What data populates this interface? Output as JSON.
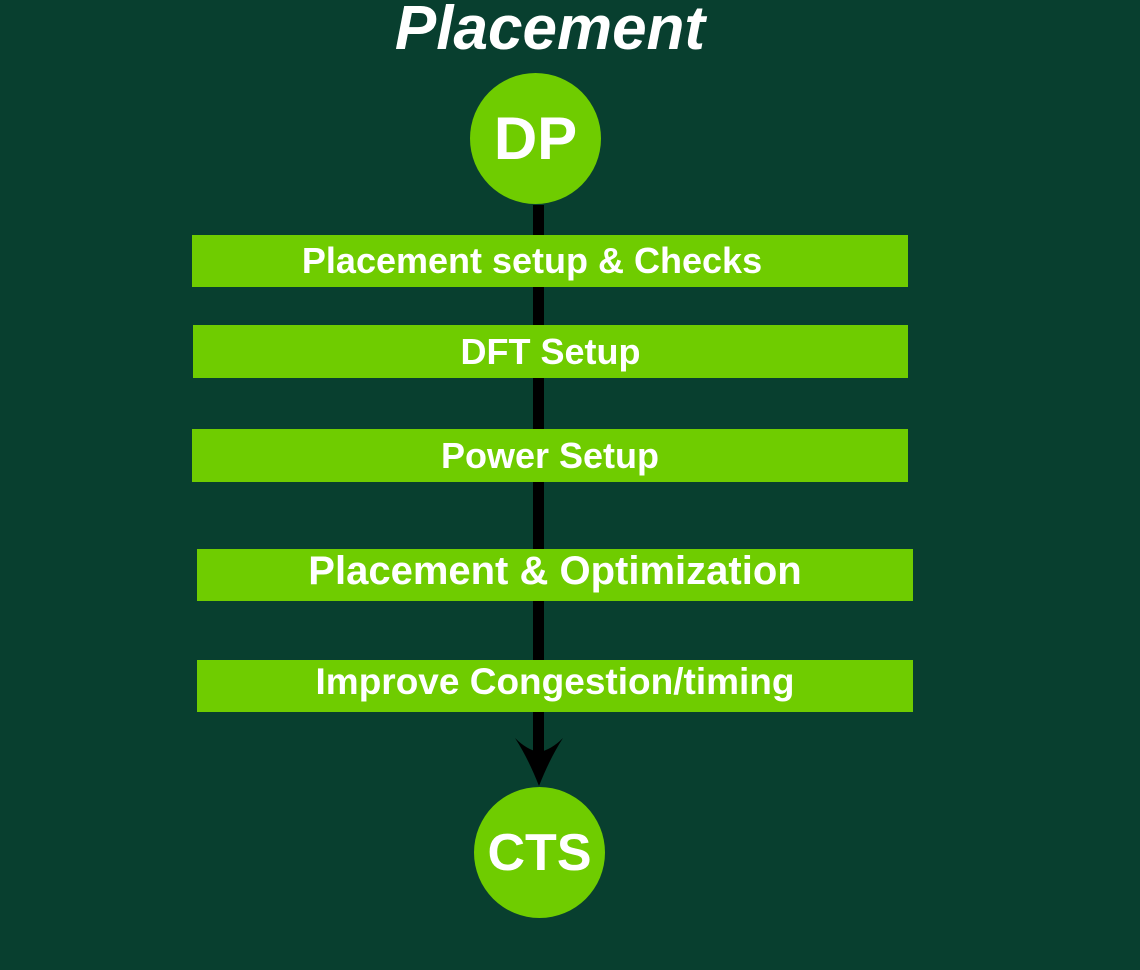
{
  "diagram": {
    "title": "Placement",
    "start_node": "DP",
    "end_node": "CTS",
    "steps": [
      "Placement setup & Checks",
      "DFT Setup",
      "Power Setup",
      "Placement & Optimization",
      "Improve Congestion/timing"
    ]
  },
  "colors": {
    "background": "#083F2F",
    "node_fill": "#6FCC00",
    "text": "#FFFFFF",
    "connector": "#000000"
  }
}
